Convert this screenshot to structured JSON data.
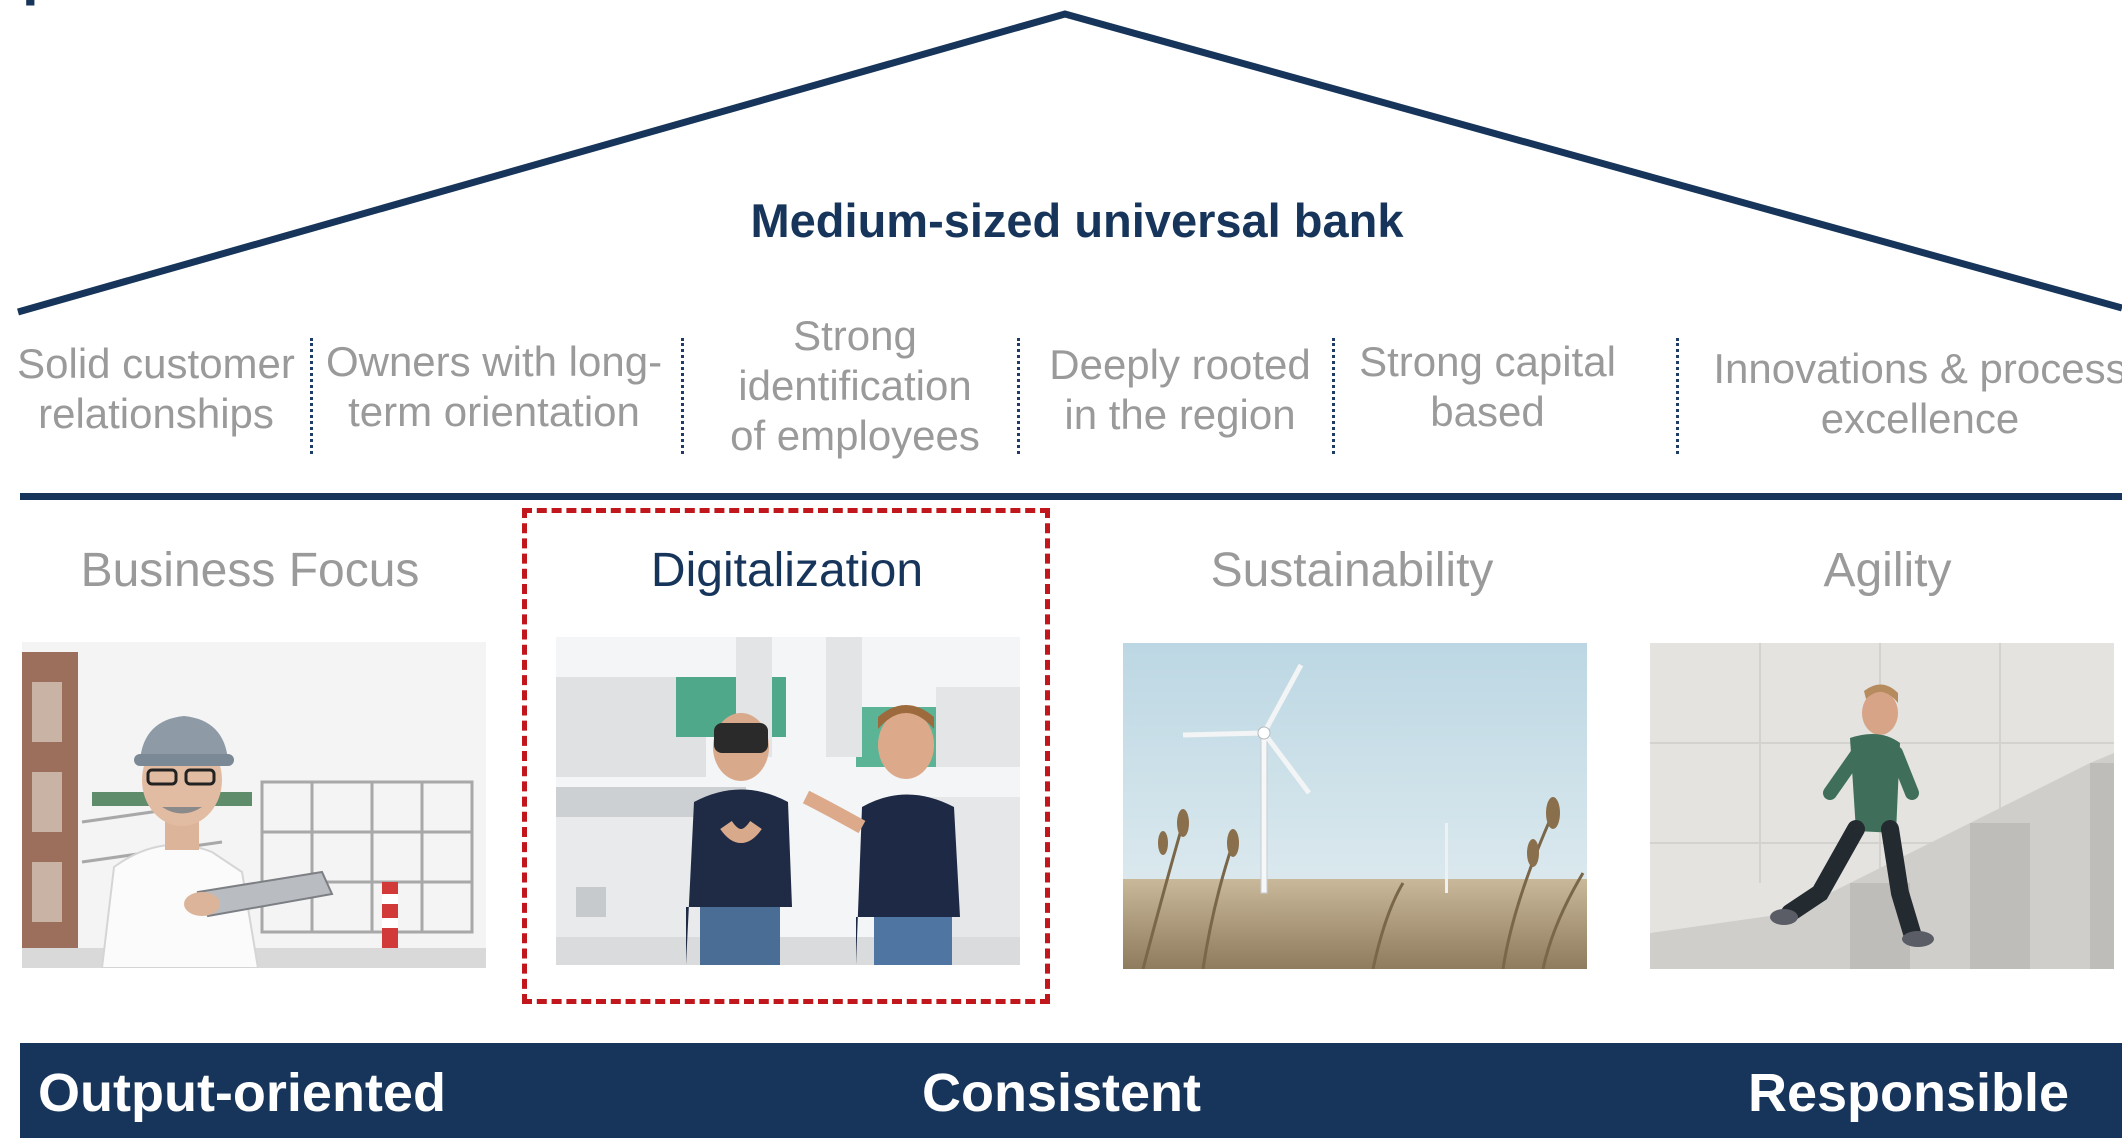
{
  "header": {
    "title": "priorities"
  },
  "bank": {
    "title": "Medium-sized universal bank"
  },
  "pillars": [
    {
      "lines": [
        "Solid customer",
        "relationships"
      ]
    },
    {
      "lines": [
        "Owners with long-",
        "term orientation"
      ]
    },
    {
      "lines": [
        "Strong",
        "identification",
        "of employees"
      ]
    },
    {
      "lines": [
        "Deeply rooted",
        "in the region"
      ]
    },
    {
      "lines": [
        "Strong capital",
        "based"
      ]
    },
    {
      "lines": [
        "Innovations & process",
        "excellence"
      ]
    }
  ],
  "priorities": [
    {
      "title": "Business Focus",
      "highlighted": false
    },
    {
      "title": "Digitalization",
      "highlighted": true
    },
    {
      "title": "Sustainability",
      "highlighted": false
    },
    {
      "title": "Agility",
      "highlighted": false
    }
  ],
  "values": [
    {
      "label": "Output-oriented"
    },
    {
      "label": "Consistent"
    },
    {
      "label": "Responsible"
    }
  ],
  "colors": {
    "navy": "#17355a",
    "muted_text": "#9a9a9a",
    "highlight_dashed": "#c0161c"
  },
  "icons": {
    "business_focus_photo": "engineer-with-tablet-image",
    "digitalization_photo": "vr-headset-lab-image",
    "sustainability_photo": "wind-turbine-field-image",
    "agility_photo": "runner-on-stairs-image"
  }
}
